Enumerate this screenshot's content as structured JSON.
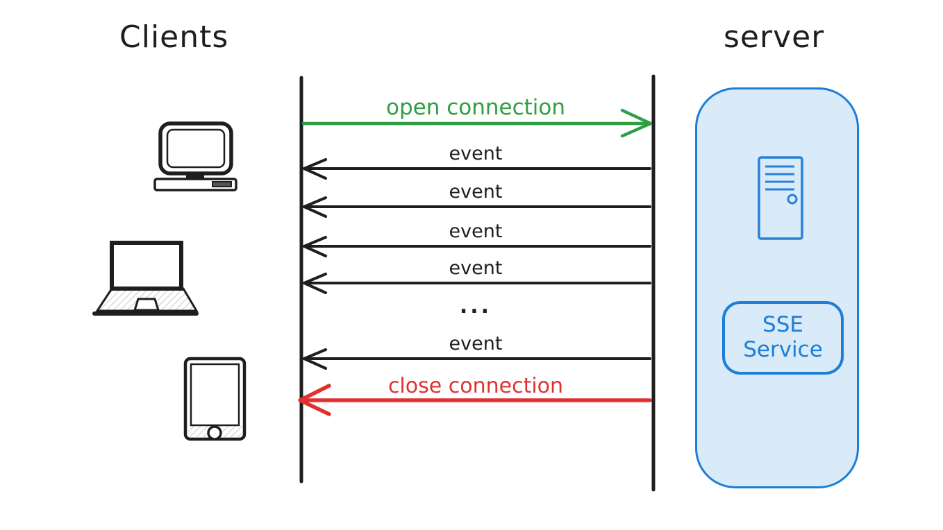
{
  "titles": {
    "clients": "Clients",
    "server": "server"
  },
  "colors": {
    "ink": "#1e1e1e",
    "green": "#2f9e44",
    "red": "#e03131",
    "blue": "#1c7ed6",
    "server_fill": "#d9eaf9",
    "background": "#ffffff"
  },
  "messages": [
    {
      "label": "open connection",
      "direction": "right",
      "color": "#2f9e44"
    },
    {
      "label": "event",
      "direction": "left",
      "color": "#1e1e1e"
    },
    {
      "label": "event",
      "direction": "left",
      "color": "#1e1e1e"
    },
    {
      "label": "event",
      "direction": "left",
      "color": "#1e1e1e"
    },
    {
      "label": "event",
      "direction": "left",
      "color": "#1e1e1e"
    },
    {
      "label": "...",
      "direction": "none",
      "color": "#1e1e1e"
    },
    {
      "label": "event",
      "direction": "left",
      "color": "#1e1e1e"
    },
    {
      "label": "close connection",
      "direction": "left",
      "color": "#e03131"
    }
  ],
  "clients": {
    "icons": [
      "desktop-computer-icon",
      "laptop-icon",
      "tablet-icon"
    ]
  },
  "server": {
    "icon": "server-tower-icon",
    "sse_service": {
      "line1": "SSE",
      "line2": "Service"
    }
  }
}
